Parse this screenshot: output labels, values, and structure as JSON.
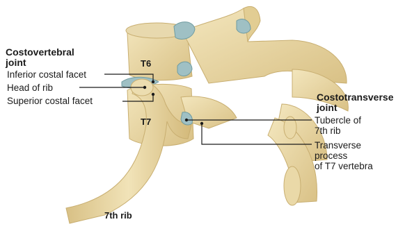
{
  "groups": {
    "costovertebral": "Costovertebral\njoint",
    "costotransverse": "Costotransverse\njoint"
  },
  "labels": {
    "inferior_facet": "Inferior costal facet",
    "head_of_rib": "Head of rib",
    "superior_facet": "Superior costal facet",
    "tubercle": "Tubercle of\n7th rib",
    "transverse_process": "Transverse\nprocess\nof T7 vertebra"
  },
  "structures": {
    "t6": "T6",
    "t7": "T7",
    "rib7": "7th rib"
  },
  "colors": {
    "bone": "#e9d7a5",
    "bone_dark": "#c8ae70",
    "cartilage": "#9fc0c4",
    "line": "#1a1a1a"
  }
}
